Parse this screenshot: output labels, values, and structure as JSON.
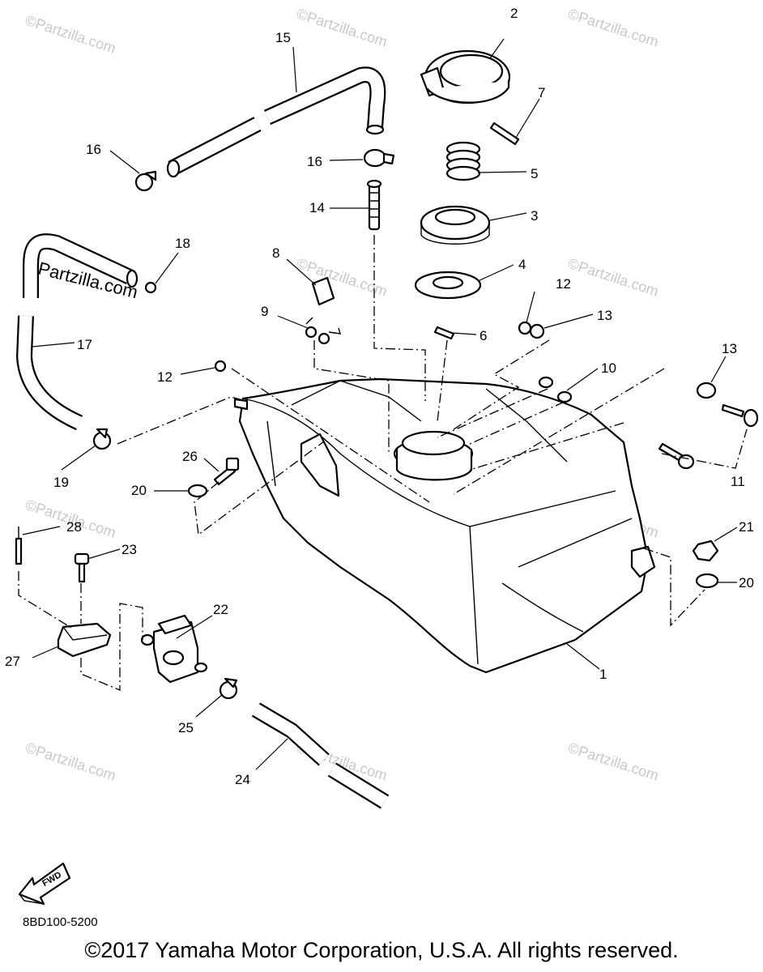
{
  "diagram": {
    "watermark": "Partzilla.com",
    "watermark_prefix": "©",
    "fwd_label": "FWD",
    "callouts": [
      "1",
      "2",
      "3",
      "4",
      "5",
      "6",
      "7",
      "8",
      "9",
      "10",
      "11",
      "12",
      "12",
      "13",
      "13",
      "14",
      "15",
      "16",
      "16",
      "17",
      "18",
      "19",
      "20",
      "20",
      "21",
      "22",
      "23",
      "24",
      "25",
      "26",
      "27",
      "28"
    ]
  },
  "footer": {
    "code": "8BD100-5200",
    "copyright": "©2017 Yamaha Motor Corporation, U.S.A. All rights reserved."
  }
}
